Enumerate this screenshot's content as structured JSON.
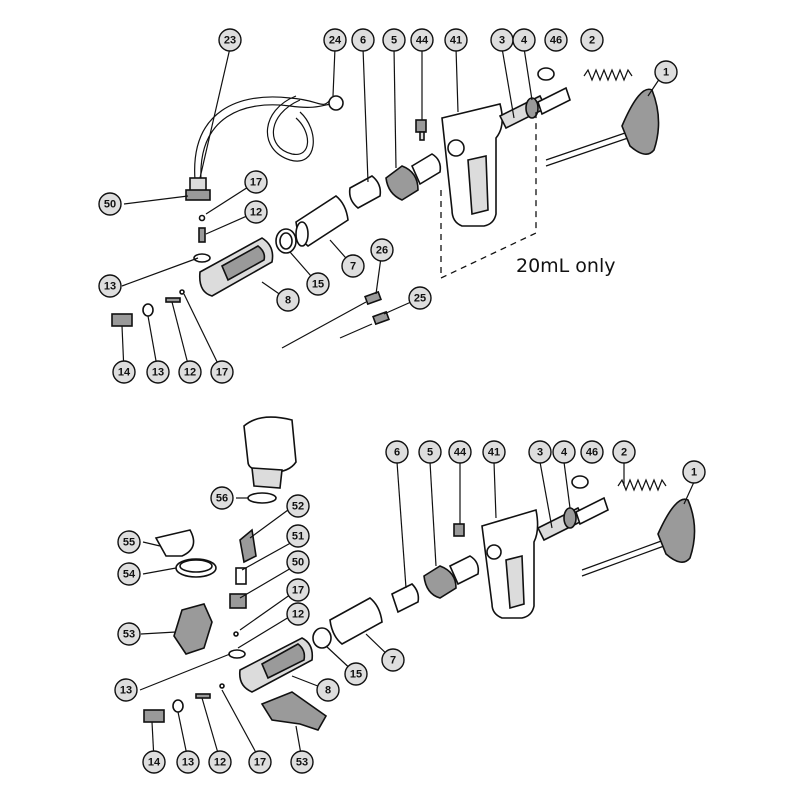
{
  "note": "20mL only",
  "callouts": {
    "top": [
      "23",
      "24",
      "6",
      "5",
      "44",
      "41",
      "3",
      "4",
      "46",
      "2",
      "1",
      "17",
      "50",
      "12",
      "13",
      "15",
      "7",
      "26",
      "8",
      "25",
      "14",
      "13",
      "12",
      "17"
    ],
    "bottom": [
      "6",
      "5",
      "44",
      "41",
      "3",
      "4",
      "46",
      "2",
      "1",
      "56",
      "52",
      "55",
      "51",
      "54",
      "50",
      "17",
      "53",
      "12",
      "13",
      "15",
      "8",
      "7",
      "14",
      "13",
      "12",
      "17",
      "53"
    ]
  }
}
